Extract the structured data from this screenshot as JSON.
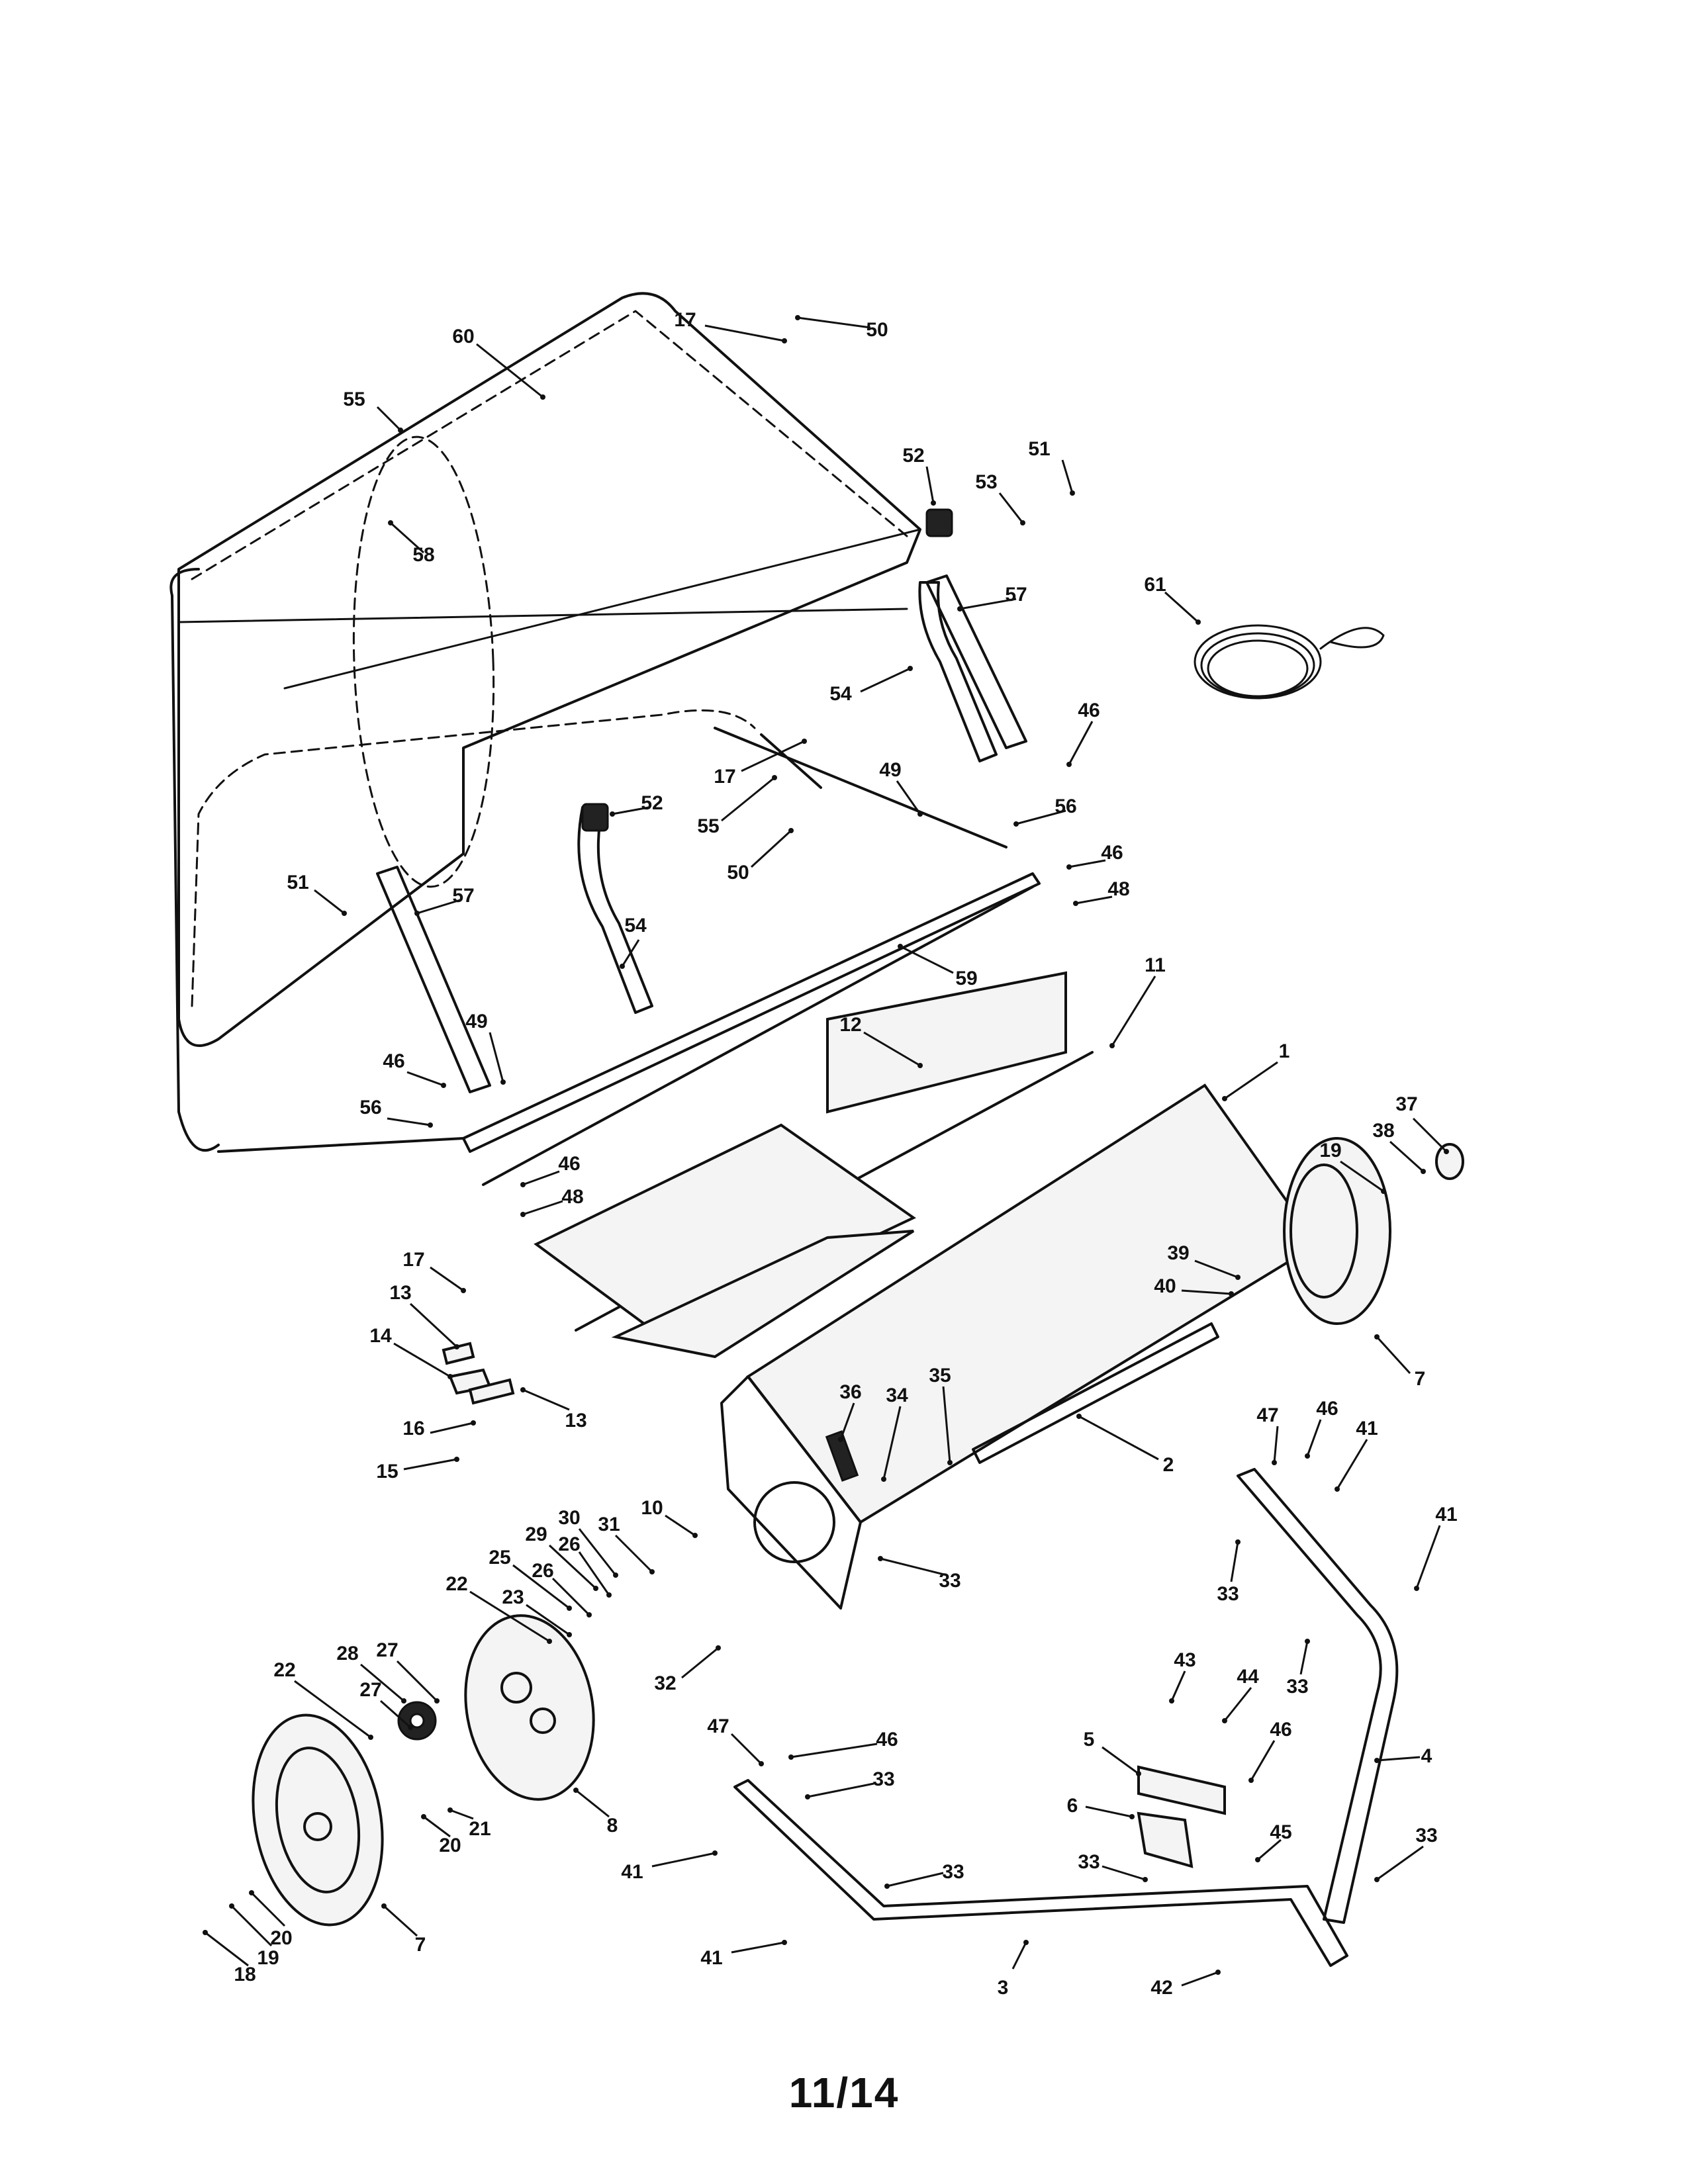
{
  "page_number": "11/14",
  "callouts": [
    {
      "id": "c1",
      "label": "1"
    },
    {
      "id": "c2",
      "label": "2"
    },
    {
      "id": "c3",
      "label": "3"
    },
    {
      "id": "c4",
      "label": "4"
    },
    {
      "id": "c5",
      "label": "5"
    },
    {
      "id": "c6",
      "label": "6"
    },
    {
      "id": "c7a",
      "label": "7"
    },
    {
      "id": "c7b",
      "label": "7"
    },
    {
      "id": "c8",
      "label": "8"
    },
    {
      "id": "c10",
      "label": "10"
    },
    {
      "id": "c11",
      "label": "11"
    },
    {
      "id": "c12",
      "label": "12"
    },
    {
      "id": "c13a",
      "label": "13"
    },
    {
      "id": "c13b",
      "label": "13"
    },
    {
      "id": "c14",
      "label": "14"
    },
    {
      "id": "c15",
      "label": "15"
    },
    {
      "id": "c16",
      "label": "16"
    },
    {
      "id": "c17a",
      "label": "17"
    },
    {
      "id": "c17b",
      "label": "17"
    },
    {
      "id": "c17c",
      "label": "17"
    },
    {
      "id": "c18",
      "label": "18"
    },
    {
      "id": "c19a",
      "label": "19"
    },
    {
      "id": "c19b",
      "label": "19"
    },
    {
      "id": "c20a",
      "label": "20"
    },
    {
      "id": "c20b",
      "label": "20"
    },
    {
      "id": "c21",
      "label": "21"
    },
    {
      "id": "c22a",
      "label": "22"
    },
    {
      "id": "c22b",
      "label": "22"
    },
    {
      "id": "c23",
      "label": "23"
    },
    {
      "id": "c25",
      "label": "25"
    },
    {
      "id": "c26a",
      "label": "26"
    },
    {
      "id": "c26b",
      "label": "26"
    },
    {
      "id": "c27a",
      "label": "27"
    },
    {
      "id": "c27b",
      "label": "27"
    },
    {
      "id": "c28",
      "label": "28"
    },
    {
      "id": "c29",
      "label": "29"
    },
    {
      "id": "c30",
      "label": "30"
    },
    {
      "id": "c31",
      "label": "31"
    },
    {
      "id": "c32",
      "label": "32"
    },
    {
      "id": "c33a",
      "label": "33"
    },
    {
      "id": "c33b",
      "label": "33"
    },
    {
      "id": "c33c",
      "label": "33"
    },
    {
      "id": "c33d",
      "label": "33"
    },
    {
      "id": "c33e",
      "label": "33"
    },
    {
      "id": "c33f",
      "label": "33"
    },
    {
      "id": "c33g",
      "label": "33"
    },
    {
      "id": "c34",
      "label": "34"
    },
    {
      "id": "c35",
      "label": "35"
    },
    {
      "id": "c36",
      "label": "36"
    },
    {
      "id": "c37",
      "label": "37"
    },
    {
      "id": "c38",
      "label": "38"
    },
    {
      "id": "c39",
      "label": "39"
    },
    {
      "id": "c40",
      "label": "40"
    },
    {
      "id": "c41a",
      "label": "41"
    },
    {
      "id": "c41b",
      "label": "41"
    },
    {
      "id": "c41c",
      "label": "41"
    },
    {
      "id": "c41d",
      "label": "41"
    },
    {
      "id": "c42",
      "label": "42"
    },
    {
      "id": "c43",
      "label": "43"
    },
    {
      "id": "c44",
      "label": "44"
    },
    {
      "id": "c45",
      "label": "45"
    },
    {
      "id": "c46a",
      "label": "46"
    },
    {
      "id": "c46b",
      "label": "46"
    },
    {
      "id": "c46c",
      "label": "46"
    },
    {
      "id": "c46d",
      "label": "46"
    },
    {
      "id": "c46e",
      "label": "46"
    },
    {
      "id": "c46f",
      "label": "46"
    },
    {
      "id": "c46g",
      "label": "46"
    },
    {
      "id": "c47a",
      "label": "47"
    },
    {
      "id": "c47b",
      "label": "47"
    },
    {
      "id": "c48a",
      "label": "48"
    },
    {
      "id": "c48b",
      "label": "48"
    },
    {
      "id": "c49a",
      "label": "49"
    },
    {
      "id": "c49b",
      "label": "49"
    },
    {
      "id": "c50a",
      "label": "50"
    },
    {
      "id": "c50b",
      "label": "50"
    },
    {
      "id": "c51a",
      "label": "51"
    },
    {
      "id": "c51b",
      "label": "51"
    },
    {
      "id": "c52a",
      "label": "52"
    },
    {
      "id": "c52b",
      "label": "52"
    },
    {
      "id": "c53",
      "label": "53"
    },
    {
      "id": "c54a",
      "label": "54"
    },
    {
      "id": "c54b",
      "label": "54"
    },
    {
      "id": "c55a",
      "label": "55"
    },
    {
      "id": "c55b",
      "label": "55"
    },
    {
      "id": "c56a",
      "label": "56"
    },
    {
      "id": "c56b",
      "label": "56"
    },
    {
      "id": "c57a",
      "label": "57"
    },
    {
      "id": "c57b",
      "label": "57"
    },
    {
      "id": "c58",
      "label": "58"
    },
    {
      "id": "c59",
      "label": "59"
    },
    {
      "id": "c60",
      "label": "60"
    },
    {
      "id": "c61",
      "label": "61"
    }
  ]
}
